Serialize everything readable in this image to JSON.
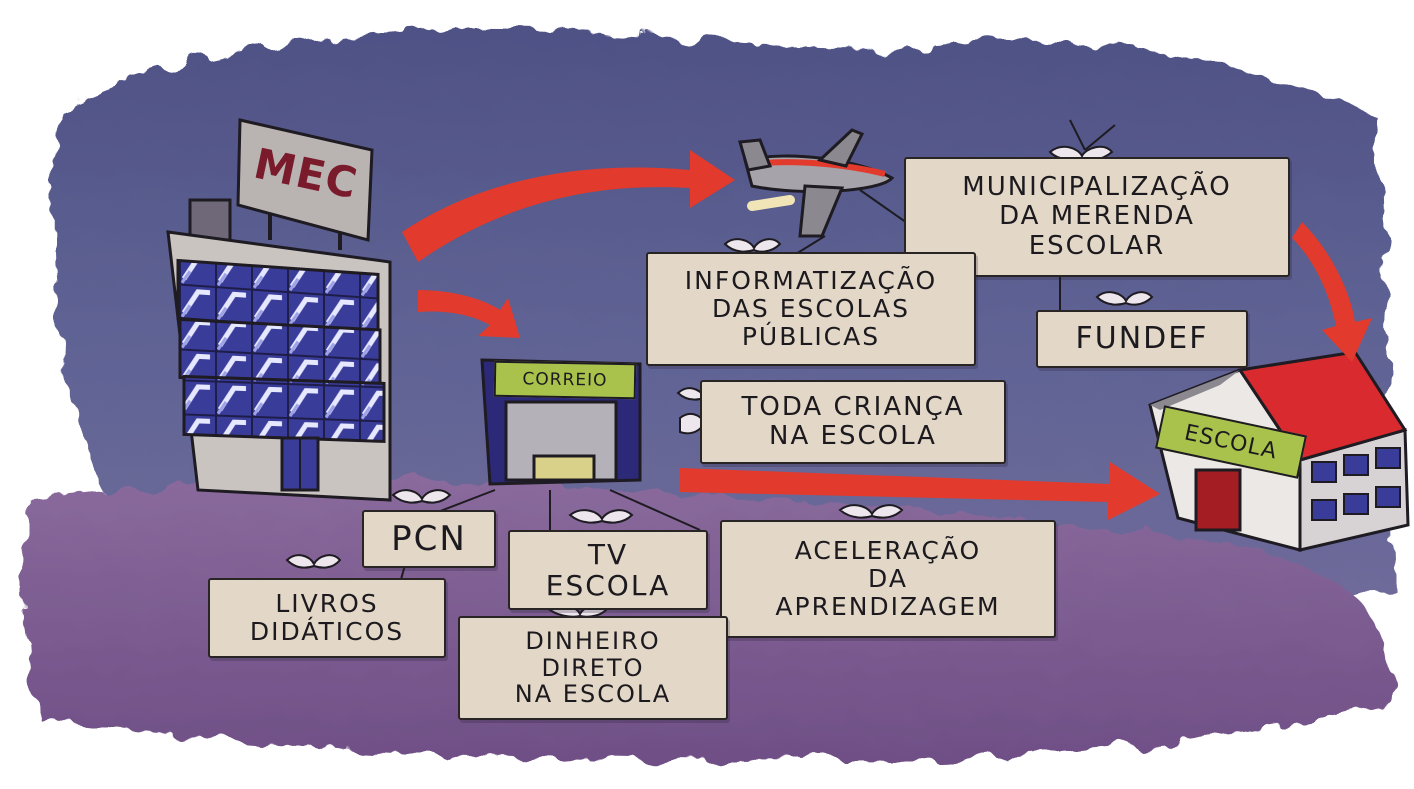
{
  "signs": {
    "mec": "MEC",
    "correio": "CORREIO",
    "escola": "ESCOLA"
  },
  "labels": {
    "municipalizacao": [
      "MUNICIPALIZAÇÃO",
      "DA MERENDA",
      "ESCOLAR"
    ],
    "informatizacao": [
      "INFORMATIZAÇÃO",
      "DAS ESCOLAS",
      "PÚBLICAS"
    ],
    "fundef": [
      "FUNDEF"
    ],
    "toda_crianca": [
      "TODA CRIANÇA",
      "NA ESCOLA"
    ],
    "pcn": [
      "PCN"
    ],
    "tv_escola": [
      "TV",
      "ESCOLA"
    ],
    "aceleracao": [
      "ACELERAÇÃO",
      "DA",
      "APRENDIZAGEM"
    ],
    "livros": [
      "LIVROS",
      "DIDÁTICOS"
    ],
    "dinheiro": [
      "DINHEIRO",
      "DIRETO",
      "NA ESCOLA"
    ]
  },
  "colors": {
    "sky": "#5d5f92",
    "ground": "#7a5a8e",
    "arrow": "#e23a2c",
    "label_bg": "#e3d8c8",
    "mec_sign_text": "#7a1b2c",
    "correio_sign_bg": "#a8c24c",
    "escola_roof": "#d92b2f"
  }
}
